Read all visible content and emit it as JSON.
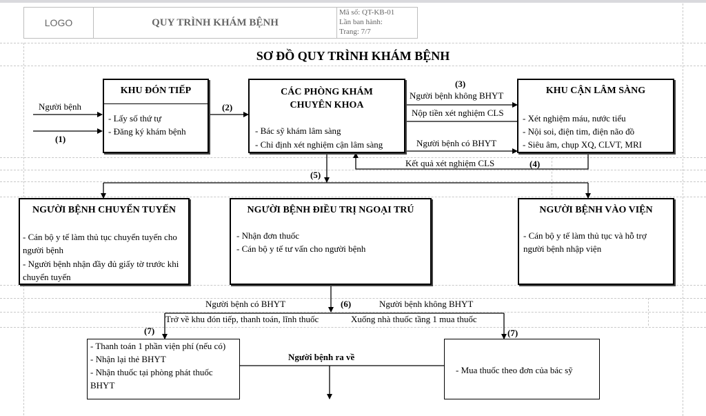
{
  "header": {
    "logo": "LOGO",
    "doc_title": "QUY TRÌNH KHÁM BỆNH",
    "meta": [
      "Mã số: QT-KB-01",
      "Lần ban hành:",
      "Trang: 7/7"
    ]
  },
  "main_title": "SƠ ĐỒ QUY TRÌNH KHÁM BỆNH",
  "boxes": {
    "don_tiep": {
      "title": "KHU ĐÓN TIẾP",
      "items": [
        "- Lấy số thứ tự",
        "- Đăng ký khám bệnh"
      ]
    },
    "phong_kham": {
      "title": "CÁC PHÒNG KHÁM CHUYÊN KHOA",
      "items": [
        "- Bác sỹ khám lâm sàng",
        "- Chỉ định xét nghiệm cận lâm sàng"
      ]
    },
    "can_lam_sang": {
      "title": "KHU CẬN LÂM SÀNG",
      "items": [
        "- Xét nghiệm máu, nước tiểu",
        "- Nội soi, điện tim, điện não đồ",
        "- Siêu âm, chụp XQ, CLVT, MRI"
      ]
    },
    "chuyen_tuyen": {
      "title": "NGƯỜI BỆNH CHUYỂN TUYẾN",
      "items": [
        "- Cán bộ y tế làm thủ tục chuyển tuyến cho người bệnh",
        "- Người bệnh nhận đầy đủ giấy tờ trước khi chuyển tuyến"
      ]
    },
    "ngoai_tru": {
      "title": "NGƯỜI BỆNH ĐIỀU TRỊ NGOẠI TRÚ",
      "items": [
        "- Nhận đơn thuốc",
        "- Cán bộ y tế tư vấn cho người bệnh"
      ]
    },
    "vao_vien": {
      "title": "NGƯỜI BỆNH VÀO VIỆN",
      "items": [
        "- Cán bộ y tế làm thủ tục và hỗ trợ người bệnh nhập viện"
      ]
    },
    "thanh_toan": {
      "items": [
        "- Thanh toán 1 phần viện phí (nếu có)",
        "- Nhận lại thẻ BHYT",
        "- Nhận thuốc tại phòng phát thuốc BHYT"
      ]
    },
    "mua_thuoc": {
      "items": [
        "- Mua thuốc theo đơn của bác sỹ"
      ]
    }
  },
  "labels": {
    "nguoi_benh": "Người bệnh",
    "step1": "(1)",
    "step2": "(2)",
    "step3": "(3)",
    "step4": "(4)",
    "step5": "(5)",
    "step6": "(6)",
    "step7_left": "(7)",
    "step7_right": "(7)",
    "khong_bhyt_top": "Người bệnh không BHYT",
    "nop_tien": "Nộp tiền xét nghiệm CLS",
    "co_bhyt_top": "Người bệnh có BHYT",
    "ket_qua": "Kết quả xét nghiệm CLS",
    "co_bhyt_bottom": "Người bệnh có BHYT",
    "khong_bhyt_bottom": "Người bệnh không BHYT",
    "tro_ve": "Trở về khu đón tiếp, thanh toán, lĩnh thuốc",
    "xuong_nha_thuoc": "Xuống nhà thuốc tầng 1 mua thuốc",
    "ra_ve": "Người bệnh ra về"
  },
  "colors": {
    "line": "#000000",
    "grid": "#c8c8c8",
    "header_border": "#bdbdbd"
  }
}
